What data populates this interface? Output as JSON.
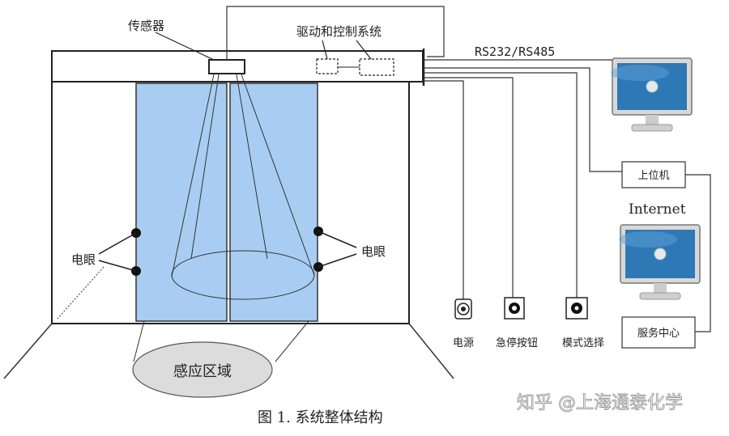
{
  "labels": {
    "sensor": "传感器",
    "drive_control": "驱动和控制系统",
    "comm": "RS232/RS485",
    "eye_left": "电眼",
    "eye_right": "电眼",
    "sensing_area": "感应区域",
    "power": "电源",
    "emergency": "急停按钮",
    "mode": "模式选择",
    "host": "上位机",
    "internet": "Internet",
    "service": "服务中心",
    "caption": "图 1.  系统整体结构",
    "watermark": "知乎 @上海通泰化学"
  },
  "colors": {
    "door_glass": "#a9cdf2",
    "line": "#222222",
    "sensing_ellipse": "#dcdcdc",
    "monitor_screen": "#2f78b6"
  }
}
